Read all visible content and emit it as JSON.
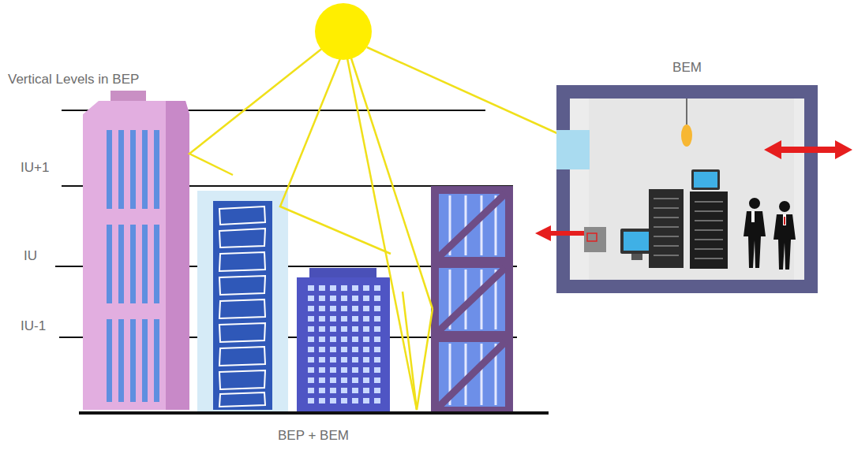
{
  "diagram": {
    "nodes": [
      {
        "text": [
          "BEM"
        ]
      }
    ],
    "labels": [
      "Vertical Levels in BEP",
      "IU+1",
      "IU",
      "IU-1",
      "BEP + BEM"
    ]
  }
}
